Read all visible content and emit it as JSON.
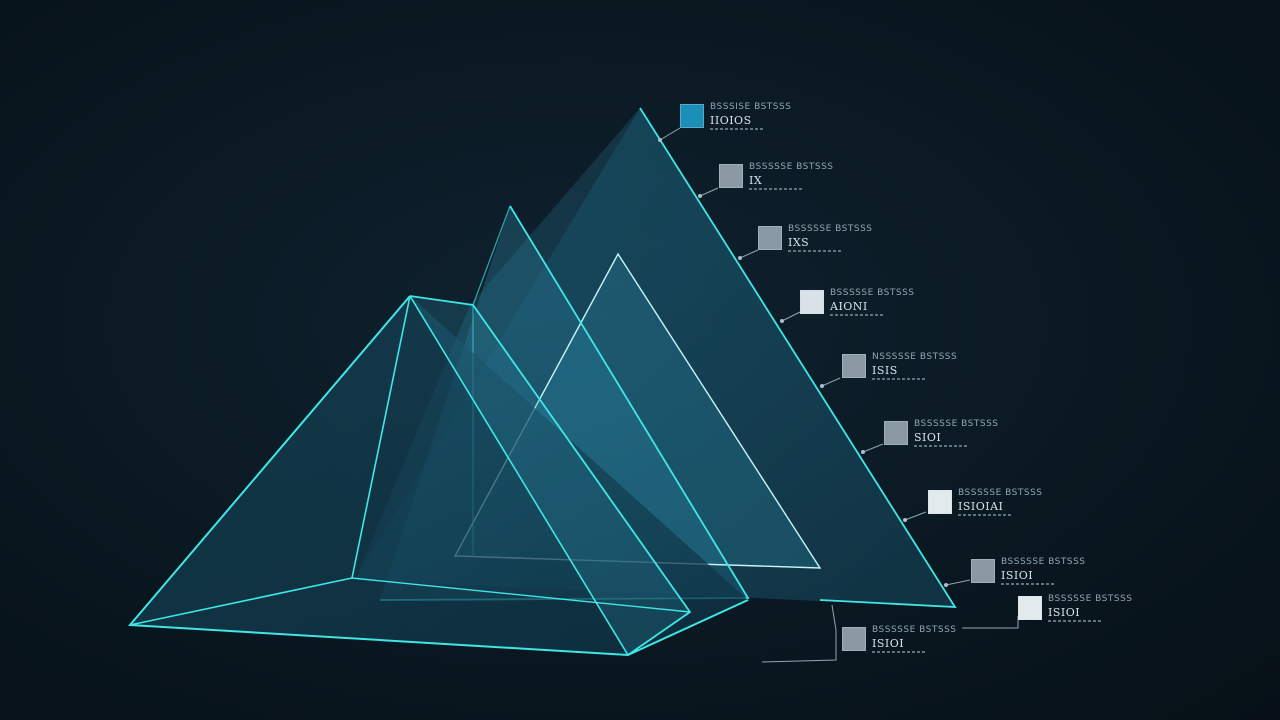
{
  "diagram": {
    "accent_color": "#3ee6e6",
    "fill_color": "#1b5a74",
    "background_color": "#0a1821"
  },
  "labels": [
    {
      "title": "BSSSISE BSTSSS",
      "value": "IIOIOS",
      "swatch_color": "#1c8fb8"
    },
    {
      "title": "BSSSSSE BSTSSS",
      "value": "IX",
      "swatch_color": "#8a99a3"
    },
    {
      "title": "BSSSSSE BSTSSS",
      "value": "IXS",
      "swatch_color": "#8a99a3"
    },
    {
      "title": "BSSSSSE BSTSSS",
      "value": "AIONI",
      "swatch_color": "#d9e2e6"
    },
    {
      "title": "NSSSSSE BSTSSS",
      "value": "ISIS",
      "swatch_color": "#8a99a3"
    },
    {
      "title": "BSSSSSE BSTSSS",
      "value": "SIOI",
      "swatch_color": "#8a99a3"
    },
    {
      "title": "BSSSSSE BSTSSS",
      "value": "ISIOIAI",
      "swatch_color": "#e3eaee"
    },
    {
      "title": "BSSSSSE BSTSSS",
      "value": "ISIOI",
      "swatch_color": "#8a99a3"
    },
    {
      "title": "BSSSSSE BSTSSS",
      "value": "ISIOI",
      "swatch_color": "#e3eaee"
    },
    {
      "title": "BSSSSSE BSTSSS",
      "value": "ISIOI",
      "swatch_color": "#8a99a3"
    }
  ]
}
